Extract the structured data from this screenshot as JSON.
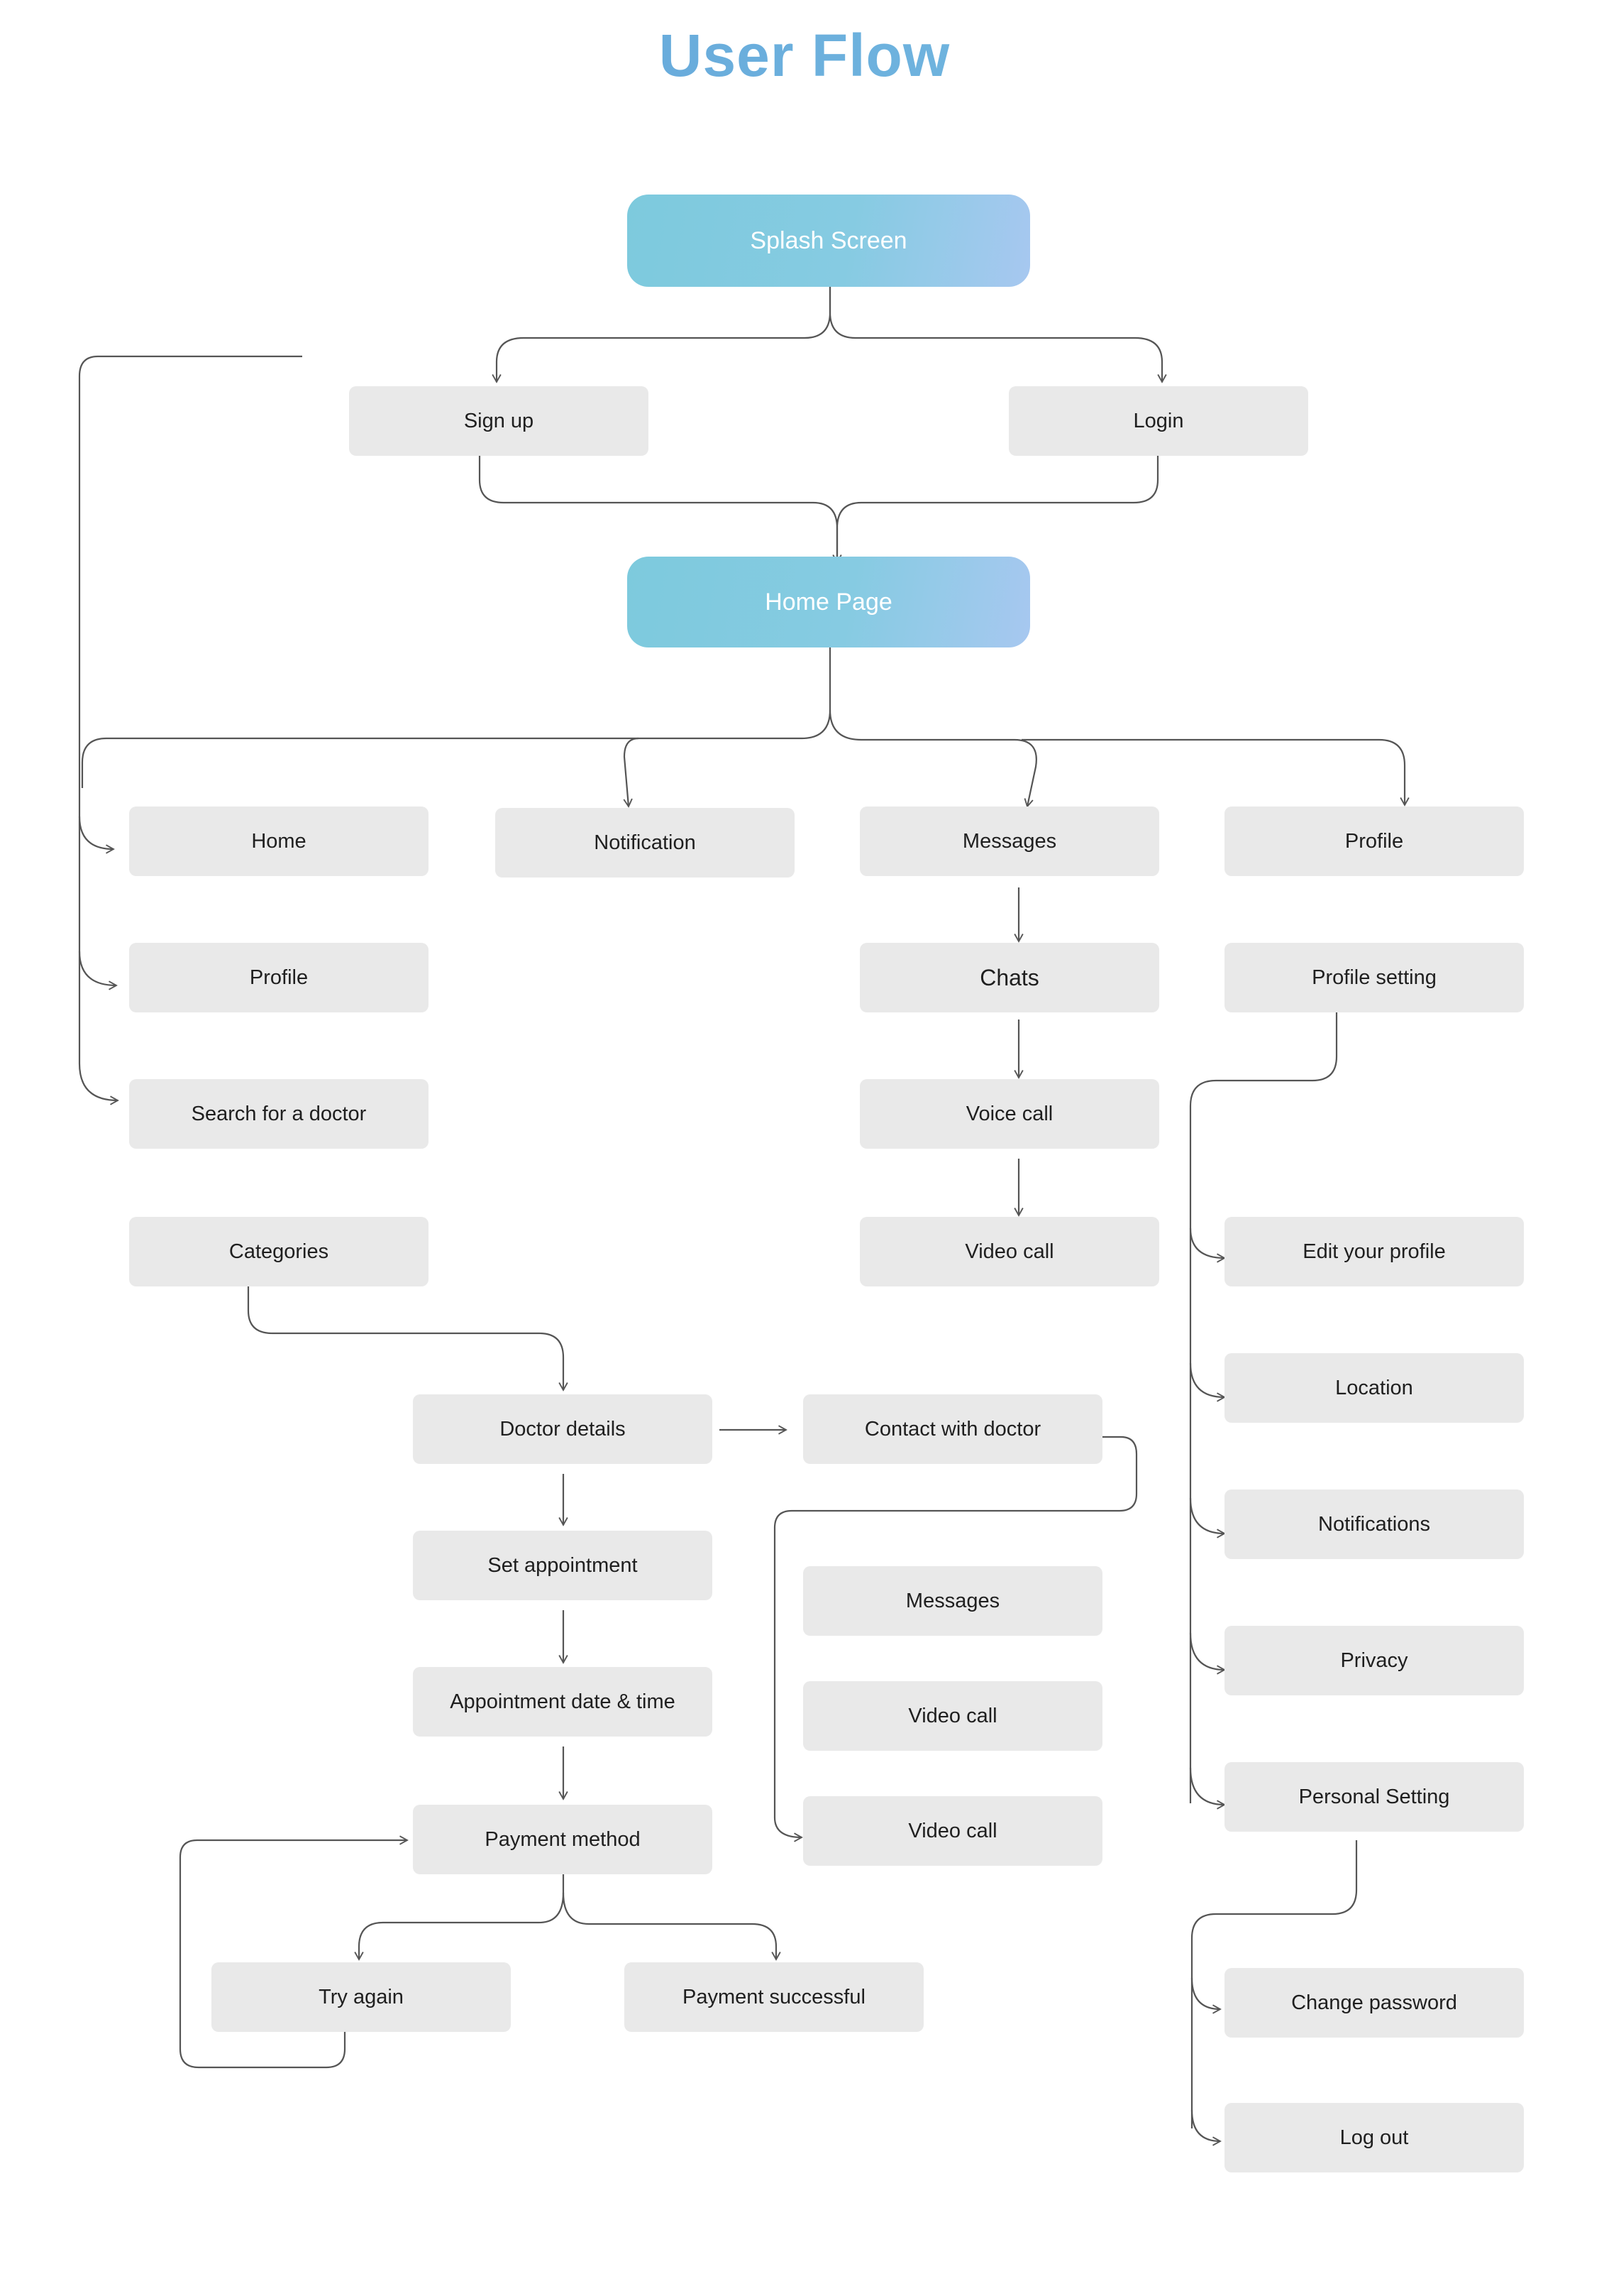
{
  "title": "User Flow",
  "nodes": {
    "splash": "Splash Screen",
    "signup": "Sign up",
    "login": "Login",
    "home_page": "Home Page",
    "home": "Home",
    "notification": "Notification",
    "messages": "Messages",
    "profile_tab": "Profile",
    "profile_left": "Profile",
    "search_doctor": "Search for a doctor",
    "categories": "Categories",
    "chats": "Chats",
    "voice_call": "Voice call",
    "video_call": "Video call",
    "profile_setting": "Profile setting",
    "edit_profile": "Edit your profile",
    "location": "Location",
    "notifications": "Notifications",
    "privacy": "Privacy",
    "personal_setting": "Personal Setting",
    "change_password": "Change password",
    "log_out": "Log out",
    "doctor_details": "Doctor details",
    "contact_doctor": "Contact with doctor",
    "contact_messages": "Messages",
    "contact_video_call_1": "Video call",
    "contact_video_call_2": "Video call",
    "set_appointment": "Set appointment",
    "appointment_datetime": "Appointment date & time",
    "payment_method": "Payment method",
    "try_again": "Try again",
    "payment_successful": "Payment successful"
  },
  "colors": {
    "title_gradient_start": "#5b9bd8",
    "title_gradient_end": "#7cc4e2",
    "primary_node_start": "#7dcadd",
    "primary_node_end": "#a7c8f0",
    "node_bg": "#e9e9e9",
    "connector": "#555555"
  }
}
